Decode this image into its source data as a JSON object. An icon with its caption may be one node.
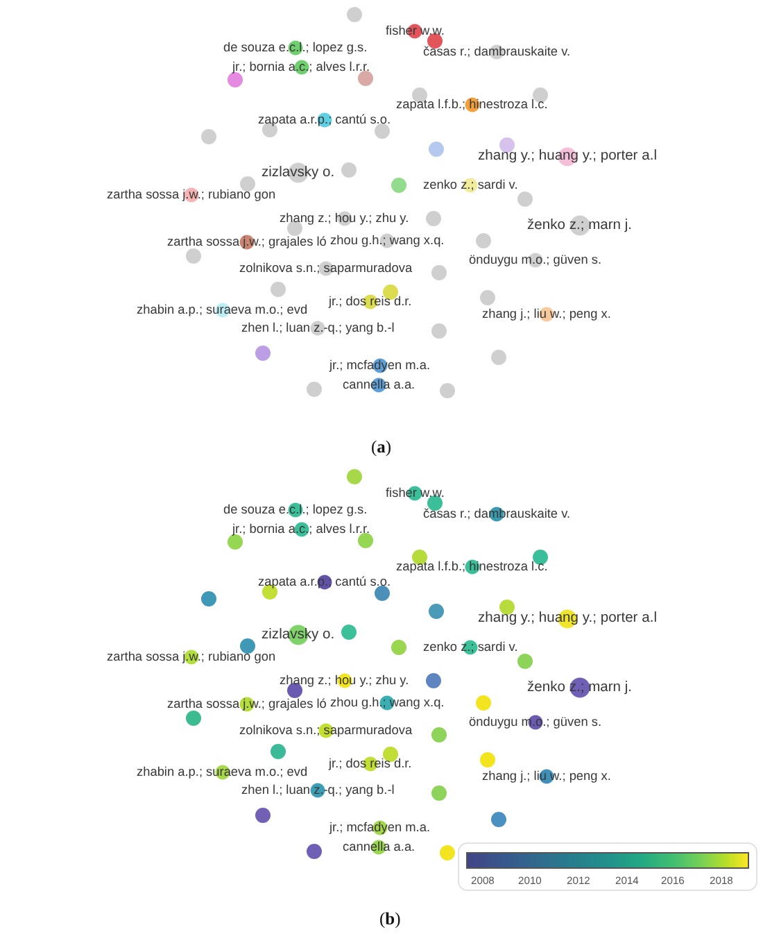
{
  "diagram": {
    "nodes": [
      {
        "text": [],
        "shape": "circle"
      },
      {
        "text": [
          "fisher w.w."
        ]
      },
      {
        "text": [],
        "shape": "circle"
      },
      {
        "text": [
          "de souza e.c.l.; lopez g.s."
        ]
      },
      {
        "text": [
          "časas r.; dambrauskaite v."
        ]
      },
      {
        "text": [
          "jr.; bornia a.c.; alves l.r.r."
        ]
      },
      {
        "text": [],
        "shape": "circle"
      },
      {
        "text": [],
        "shape": "circle"
      },
      {
        "text": [],
        "shape": "circle"
      },
      {
        "text": [],
        "shape": "circle"
      },
      {
        "text": [
          "zapata l.f.b.; hinestroza l.c."
        ]
      },
      {
        "text": [
          "zapata a.r.p.; cantú s.o."
        ]
      },
      {
        "text": [],
        "shape": "circle"
      },
      {
        "text": [],
        "shape": "circle"
      },
      {
        "text": [],
        "shape": "circle"
      },
      {
        "text": [],
        "shape": "circle"
      },
      {
        "text": [],
        "shape": "circle"
      },
      {
        "text": [
          "zhang y.; huang y.; porter a.l"
        ]
      },
      {
        "text": [],
        "shape": "circle"
      },
      {
        "text": [
          "zizlavsky o."
        ]
      },
      {
        "text": [],
        "shape": "circle"
      },
      {
        "text": [],
        "shape": "circle"
      },
      {
        "text": [
          "zenko z.; sardi v."
        ]
      },
      {
        "text": [
          "zartha sossa j.w.; rubiano gon"
        ]
      },
      {
        "text": [],
        "shape": "circle"
      },
      {
        "text": [
          "zhang z.; hou y.; zhu y."
        ]
      },
      {
        "text": [],
        "shape": "circle"
      },
      {
        "text": [
          "ženko z.; marn j."
        ]
      },
      {
        "text": [],
        "shape": "circle"
      },
      {
        "text": [],
        "shape": "circle"
      },
      {
        "text": [
          "zartha sossa j.w.; grajales ló"
        ]
      },
      {
        "text": [
          "zhou g.h.; wang x.q."
        ]
      },
      {
        "text": [],
        "shape": "circle"
      },
      {
        "text": [
          "önduygu m.o.; güven s."
        ]
      },
      {
        "text": [
          "zolnikova s.n.; saparmuradova"
        ]
      },
      {
        "text": [],
        "shape": "circle"
      },
      {
        "text": [],
        "shape": "circle"
      },
      {
        "text": [],
        "shape": "circle"
      },
      {
        "text": [],
        "shape": "circle"
      },
      {
        "text": [
          "jr.; dos reis d.r."
        ]
      },
      {
        "text": [
          "zhabin a.p.; suraeva m.o.; evd"
        ]
      },
      {
        "text": [
          "zhang j.; liu w.; peng x."
        ]
      },
      {
        "text": [
          "zhen l.; luan z.-q.; yang b.-l"
        ]
      },
      {
        "text": [],
        "shape": "circle"
      },
      {
        "text": [],
        "shape": "circle"
      },
      {
        "text": [],
        "shape": "circle"
      },
      {
        "text": [
          "jr.; mcfadyen m.a."
        ]
      },
      {
        "text": [
          "cannella a.a."
        ]
      },
      {
        "text": [],
        "shape": "circle"
      },
      {
        "text": [],
        "shape": "circle"
      },
      {
        "text": [],
        "shape": "circle"
      },
      {
        "text": [
          "fisher w.w."
        ]
      },
      {
        "text": [],
        "shape": "circle"
      },
      {
        "text": [
          "de souza e.c.l.; lopez g.s."
        ]
      },
      {
        "text": [
          "časas r.; dambrauskaite v."
        ]
      },
      {
        "text": [
          "jr.; bornia a.c.; alves l.r.r."
        ]
      },
      {
        "text": [],
        "shape": "circle"
      },
      {
        "text": [],
        "shape": "circle"
      },
      {
        "text": [],
        "shape": "circle"
      },
      {
        "text": [],
        "shape": "circle"
      },
      {
        "text": [
          "zapata l.f.b.; hinestroza l.c."
        ]
      },
      {
        "text": [
          "zapata a.r.p.; cantú s.o."
        ]
      },
      {
        "text": [],
        "shape": "circle"
      },
      {
        "text": [],
        "shape": "circle"
      },
      {
        "text": [],
        "shape": "circle"
      },
      {
        "text": [],
        "shape": "circle"
      },
      {
        "text": [],
        "shape": "circle"
      },
      {
        "text": [
          "zhang y.; huang y.; porter a.l"
        ]
      },
      {
        "text": [],
        "shape": "circle"
      },
      {
        "text": [
          "zizlavsky o."
        ]
      },
      {
        "text": [],
        "shape": "circle"
      },
      {
        "text": [],
        "shape": "circle"
      },
      {
        "text": [
          "zenko z.; sardi v."
        ]
      },
      {
        "text": [
          "zartha sossa j.w.; rubiano gon"
        ]
      },
      {
        "text": [],
        "shape": "circle"
      },
      {
        "text": [
          "zhang z.; hou y.; zhu y."
        ]
      },
      {
        "text": [],
        "shape": "circle"
      },
      {
        "text": [
          "ženko z.; marn j."
        ]
      },
      {
        "text": [],
        "shape": "circle"
      },
      {
        "text": [],
        "shape": "circle"
      },
      {
        "text": [
          "zartha sossa j.w.; grajales ló"
        ]
      },
      {
        "text": [
          "zhou g.h.; wang x.q."
        ]
      },
      {
        "text": [],
        "shape": "circle"
      },
      {
        "text": [
          "önduygu m.o.; güven s."
        ]
      },
      {
        "text": [
          "zolnikova s.n.; saparmuradova"
        ]
      },
      {
        "text": [],
        "shape": "circle"
      },
      {
        "text": [],
        "shape": "circle"
      },
      {
        "text": [],
        "shape": "circle"
      },
      {
        "text": [],
        "shape": "circle"
      },
      {
        "text": [
          "jr.; dos reis d.r."
        ]
      },
      {
        "text": [
          "zhabin a.p.; suraeva m.o.; evd"
        ]
      },
      {
        "text": [
          "zhang j.; liu w.; peng x."
        ]
      },
      {
        "text": [
          "zhen l.; luan z.-q.; yang b.-l"
        ]
      },
      {
        "text": [],
        "shape": "circle"
      },
      {
        "text": [],
        "shape": "circle"
      },
      {
        "text": [],
        "shape": "circle"
      },
      {
        "text": [
          "jr.; mcfadyen m.a."
        ]
      },
      {
        "text": [
          "cannella a.a."
        ]
      },
      {
        "text": [],
        "shape": "circle"
      },
      {
        "text": [],
        "shape": "circle"
      }
    ],
    "labels": [
      "(**a**)",
      "2008",
      "2010",
      "2012",
      "2014",
      "2016",
      "2018",
      "(**b**)"
    ]
  }
}
